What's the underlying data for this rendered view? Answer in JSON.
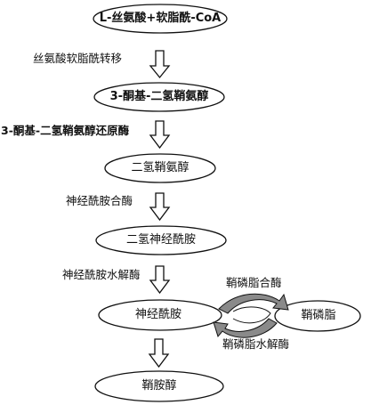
{
  "nodes": [
    {
      "id": "n1",
      "label": "L-丝氨酸+软脂酰-CoA"
    },
    {
      "id": "n2",
      "label": "3-酮基-二氢鞘氨醇"
    },
    {
      "id": "n3",
      "label": "二氢鞘氨醇"
    },
    {
      "id": "n4",
      "label": "二氢神经酰胺"
    },
    {
      "id": "n5",
      "label": "神经酰胺"
    },
    {
      "id": "n6",
      "label": "鞘磷脂"
    },
    {
      "id": "n7",
      "label": "鞘胺醇"
    }
  ],
  "enzymes": {
    "e1": "丝氨酸软脂酰转移",
    "e2": "3-酮基-二氢鞘氨醇还原酶",
    "e3": "神经酰胺合酶",
    "e4": "神经酰胺水解酶",
    "e5": "鞘磷脂合酶",
    "e6": "鞘磷脂水解酶"
  },
  "colors": {
    "stroke": "#111111",
    "cycle_fill": "#8a8a8a",
    "background": "#ffffff"
  }
}
